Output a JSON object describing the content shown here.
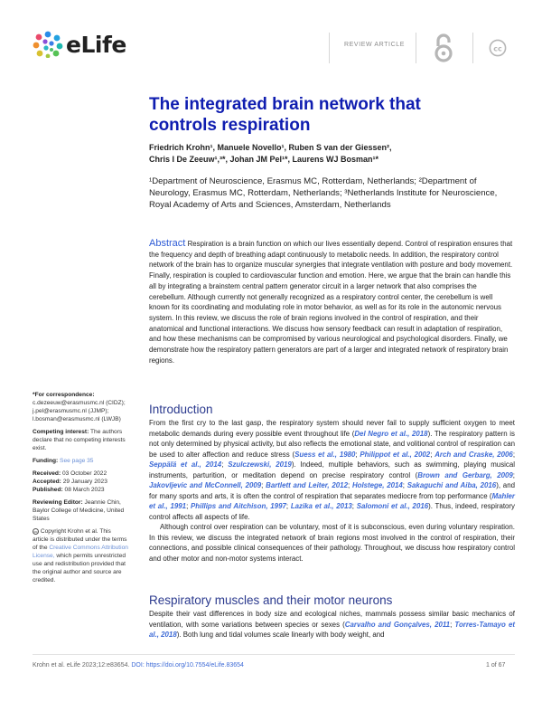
{
  "header": {
    "logo_text": "eLife",
    "article_type": "REVIEW ARTICLE"
  },
  "title_line1": "The integrated brain network that",
  "title_line2": "controls respiration",
  "authors_line1": "Friedrich Krohn¹, Manuele Novello¹, Ruben S van der Giessen²,",
  "authors_line2": "Chris I De Zeeuw¹,³*, Johan JM Pel¹*, Laurens WJ Bosman¹*",
  "affiliations": "¹Department of Neuroscience, Erasmus MC, Rotterdam, Netherlands; ²Department of Neurology, Erasmus MC, Rotterdam, Netherlands; ³Netherlands Institute for Neuroscience, Royal Academy of Arts and Sciences, Amsterdam, Netherlands",
  "abstract": {
    "heading": "Abstract",
    "text": "Respiration is a brain function on which our lives essentially depend. Control of respiration ensures that the frequency and depth of breathing adapt continuously to metabolic needs. In addition, the respiratory control network of the brain has to organize muscular synergies that integrate ventilation with posture and body movement. Finally, respiration is coupled to cardiovascular function and emotion. Here, we argue that the brain can handle this all by integrating a brainstem central pattern generator circuit in a larger network that also comprises the cerebellum. Although currently not generally recognized as a respiratory control center, the cerebellum is well known for its coordinating and modulating role in motor behavior, as well as for its role in the autonomic nervous system. In this review, we discuss the role of brain regions involved in the control of respiration, and their anatomical and functional interactions. We discuss how sensory feedback can result in adaptation of respiration, and how these mechanisms can be compromised by various neurological and psychological disorders. Finally, we demonstrate how the respiratory pattern generators are part of a larger and integrated network of respiratory brain regions."
  },
  "sidebar": {
    "corr_label": "*For correspondence:",
    "corr_1": "c.dezeeuw@erasmusmc.nl (CIDZ);",
    "corr_2": "j.pel@erasmusmc.nl (JJMP);",
    "corr_3": "l.bosman@erasmusmc.nl (LWJB)",
    "ci_label": "Competing interest:",
    "ci_text": "The authors declare that no competing interests exist.",
    "funding_label": "Funding:",
    "funding_link": "See page 35",
    "received_label": "Received:",
    "received": "03 October 2022",
    "accepted_label": "Accepted:",
    "accepted": "29 January 2023",
    "published_label": "Published:",
    "published": "08 March 2023",
    "editor_label": "Reviewing Editor:",
    "editor": "Jeannie Chin, Baylor College of Medicine, United States",
    "copyright": "Copyright Krohn et al. This article is distributed under the terms of the",
    "license_link": "Creative Commons Attribution License,",
    "license_tail": "which permits unrestricted use and redistribution provided that the original author and source are credited."
  },
  "intro": {
    "heading": "Introduction",
    "p1": [
      {
        "t": "From the first cry to the last gasp, the respiratory system should never fail to supply sufficient oxygen to meet metabolic demands during every possible event throughout life ("
      },
      {
        "r": "Del Negro et al., 2018"
      },
      {
        "t": "). The respiratory pattern is not only determined by physical activity, but also reflects the emotional state, and volitional control of respiration can be used to alter affection and reduce stress ("
      },
      {
        "r": "Suess et al., 1980"
      },
      {
        "t": "; "
      },
      {
        "r": "Philippot et al., 2002"
      },
      {
        "t": "; "
      },
      {
        "r": "Arch and Craske, 2006"
      },
      {
        "t": "; "
      },
      {
        "r": "Seppälä et al., 2014"
      },
      {
        "t": "; "
      },
      {
        "r": "Szulczewski, 2019"
      },
      {
        "t": "). Indeed, multiple behaviors, such as swimming, playing musical instruments, parturition, or meditation depend on precise respiratory control ("
      },
      {
        "r": "Brown and Gerbarg, 2009"
      },
      {
        "t": "; "
      },
      {
        "r": "Jakovljevic and McConnell, 2009"
      },
      {
        "t": "; "
      },
      {
        "r": "Bartlett and Leiter, 2012"
      },
      {
        "t": "; "
      },
      {
        "r": "Holstege, 2014"
      },
      {
        "t": "; "
      },
      {
        "r": "Sakaguchi and Aiba, 2016"
      },
      {
        "t": "), and for many sports and arts, it is often the control of respiration that separates mediocre from top performance ("
      },
      {
        "r": "Mahler et al., 1991"
      },
      {
        "t": "; "
      },
      {
        "r": "Phillips and Aitchison, 1997"
      },
      {
        "t": "; "
      },
      {
        "r": "Lazika et al., 2013"
      },
      {
        "t": "; "
      },
      {
        "r": "Salomoni et al., 2016"
      },
      {
        "t": "). Thus, indeed, respiratory control affects all aspects of life."
      }
    ],
    "p2": "Although control over respiration can be voluntary, most of it is subconscious, even during voluntary respiration. In this review, we discuss the integrated network of brain regions most involved in the control of respiration, their connections, and possible clinical consequences of their pathology. Throughout, we discuss how respiratory control and other motor and non-motor systems interact."
  },
  "section2": {
    "heading": "Respiratory muscles and their motor neurons",
    "p1": [
      {
        "t": "Despite their vast differences in body size and ecological niches, mammals possess similar basic mechanics of ventilation, with some variations between species or sexes ("
      },
      {
        "r": "Carvalho and Gonçalves, 2011"
      },
      {
        "t": "; "
      },
      {
        "r": "Torres-Tamayo et al., 2018"
      },
      {
        "t": "). Both lung and tidal volumes scale linearly with body weight, and"
      }
    ]
  },
  "footer": {
    "citation": "Krohn et al. eLife 2023;12:e83654.",
    "doi_label": "DOI:",
    "doi": "https://doi.org/10.7554/eLife.83654",
    "page": "1 of 67"
  },
  "colors": {
    "title": "#0f1db0",
    "heading": "#2b3a8e",
    "link": "#3d6ad6"
  }
}
